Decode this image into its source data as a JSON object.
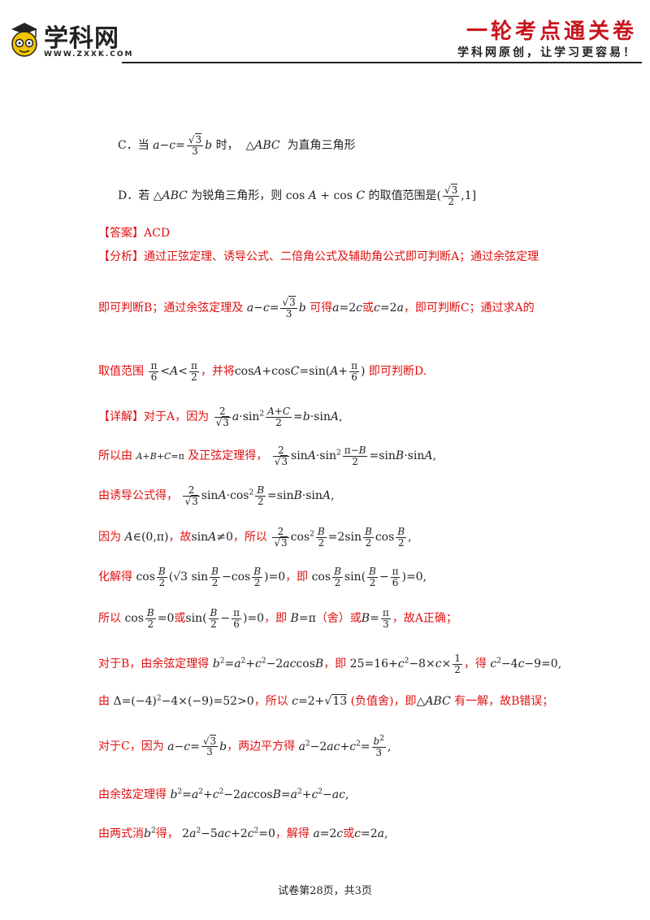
{
  "header": {
    "logo_text": "学科网",
    "logo_url": "WWW.ZXXK.COM",
    "title": "一轮考点通关卷",
    "subtitle": "学科网原创，让学习更容易！"
  },
  "options": {
    "C_label": "C．当",
    "C_mid": "时，",
    "C_end": "为直角三角形",
    "D_label": "D．若",
    "D_mid": "为锐角三角形，则",
    "D_end": "的取值范围是"
  },
  "answer": {
    "tag": "【答案】",
    "value": "ACD"
  },
  "analysis": {
    "tag": "【分析】",
    "line1": "通过正弦定理、诱导公式、二倍角公式及辅助角公式即可判断A；通过余弦定理",
    "line2a": "即可判断B；通过余弦定理及",
    "line2b": "可得",
    "line2c": "或",
    "line2d": "，即可判断C；通过求A的",
    "line3a": "取值范围",
    "line3b": "，并将",
    "line3c": "即可判断D."
  },
  "detail": {
    "tag": "【详解】",
    "l1": "对于A，因为",
    "l2a": "所以由",
    "l2b": "及正弦定理得，",
    "l3": "由诱导公式得，",
    "l4a": "因为",
    "l4b": "，故",
    "l4c": "，所以",
    "l5a": "化解得",
    "l5b": "，即",
    "l6a": "所以",
    "l6b": "或",
    "l6c": "，即",
    "l6d": "（舍）或",
    "l6e": "，故A正确；",
    "l7a": "对于B，由余弦定理得",
    "l7b": "，即",
    "l7c": "，得",
    "l8a": "由",
    "l8b": "，所以",
    "l8c": "(负值舍)，即",
    "l8d": "有一解，故B错误；",
    "l9a": "对于C，因为",
    "l9b": "，两边平方得",
    "l10": "由余弦定理得",
    "l11a": "由两式消",
    "l11b": "得，",
    "l11c": "，解得",
    "l11d": "或"
  },
  "footer": "试卷第28页，共3页"
}
